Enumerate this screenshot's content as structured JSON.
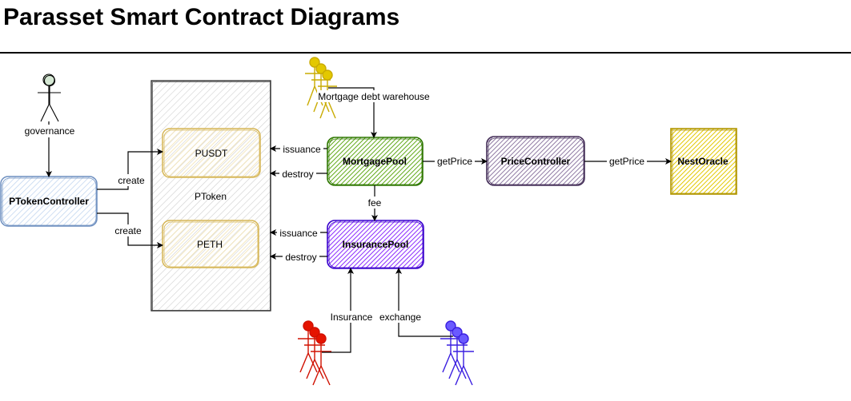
{
  "title": "Parasset Smart Contract Diagrams",
  "actors": {
    "governance": "governance",
    "mortgage": "Mortgage debt warehouse",
    "insurance": "Insurance",
    "exchange": "exchange"
  },
  "nodes": {
    "ptoken_controller": "PTokenController",
    "ptoken_group": "PToken",
    "pusdt": "PUSDT",
    "peth": "PETH",
    "mortgage_pool": "MortgagePool",
    "insurance_pool": "InsurancePool",
    "price_controller": "PriceController",
    "nest_oracle": "NestOracle"
  },
  "edges": {
    "create_pusdt": "create",
    "create_peth": "create",
    "mp_issuance": "issuance",
    "mp_destroy": "destroy",
    "ip_issuance": "issuance",
    "ip_destroy": "destroy",
    "fee": "fee",
    "get_price_1": "getPrice",
    "get_price_2": "getPrice"
  },
  "colors": {
    "ptoken_controller": "#dae8fc",
    "ptoken_controller_stroke": "#6c8ebf",
    "ptoken_item": "#fff2cc",
    "ptoken_item_stroke": "#d6b656",
    "group_hatch": "#d0d0d0",
    "mortgage_pool": "#60a917",
    "mortgage_pool_stroke": "#2d7600",
    "insurance_pool": "#6a00ff",
    "insurance_pool_stroke": "#3700cc",
    "price_controller": "#76608a",
    "price_controller_stroke": "#432d57",
    "nest_oracle": "#e3c800",
    "nest_oracle_stroke": "#b09500",
    "actor_governance": "#d5e8d4",
    "actor_mortgage": "#e3c800",
    "actor_insurance": "#e51400",
    "actor_exchange": "#3a1ee0"
  }
}
